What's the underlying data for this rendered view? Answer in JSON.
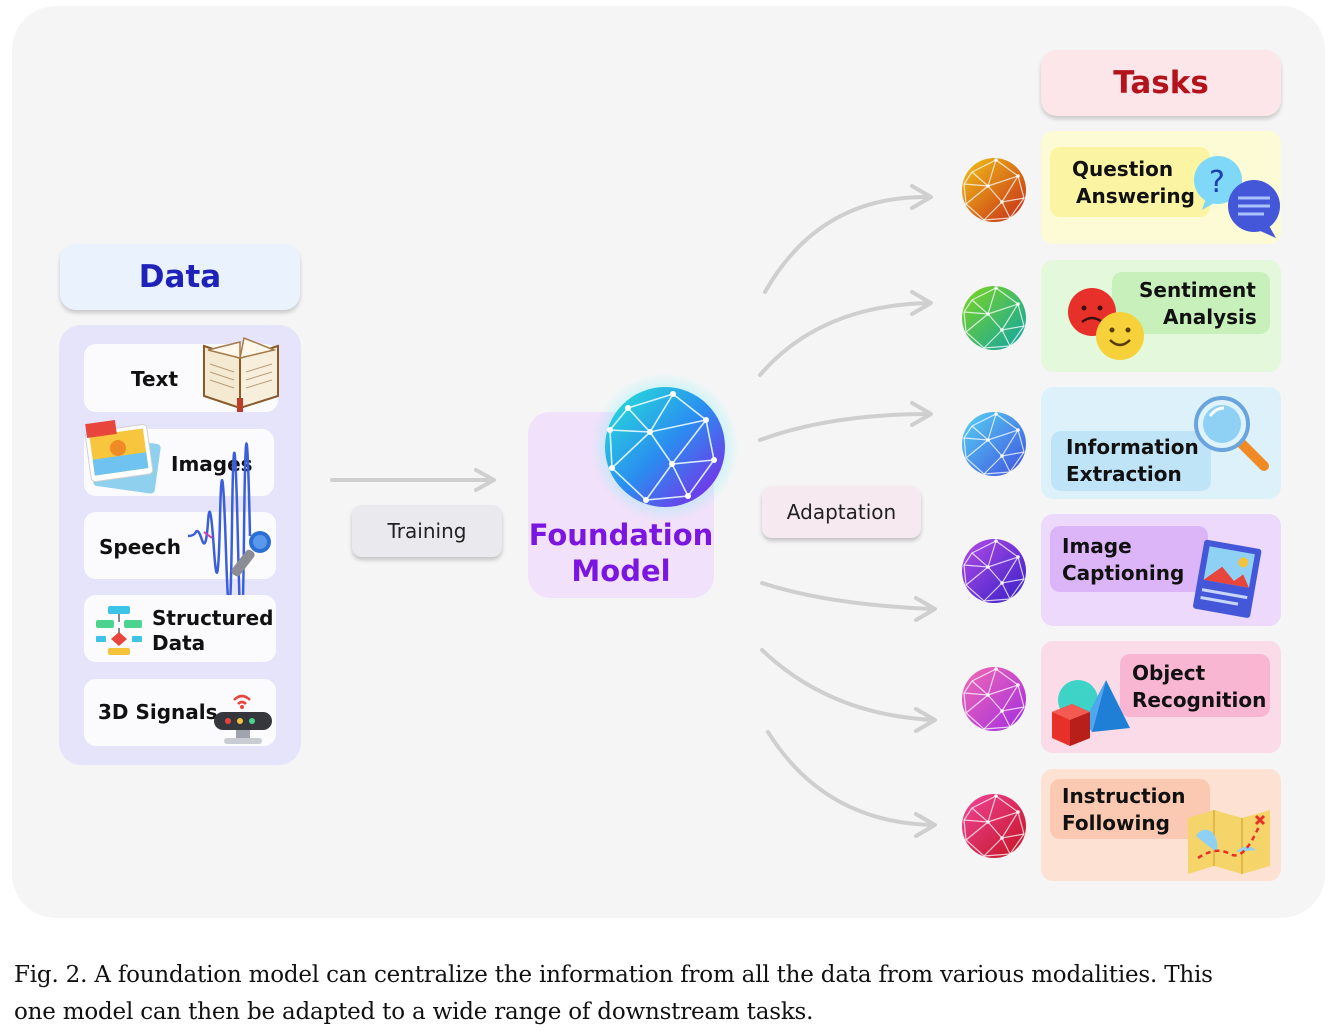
{
  "data_panel": {
    "title": "Data",
    "items": [
      {
        "label": "Text"
      },
      {
        "label": "Images"
      },
      {
        "label": "Speech"
      },
      {
        "label": "Structured Data",
        "line1": "Structured",
        "line2": "Data"
      },
      {
        "label": "3D Signals"
      }
    ]
  },
  "training_label": "Training",
  "foundation_model": {
    "line1": "Foundation",
    "line2": "Model"
  },
  "adaptation_label": "Adaptation",
  "tasks_panel": {
    "title": "Tasks",
    "items": [
      {
        "line1": "Question",
        "line2": "Answering",
        "card_color": "#fdfbd5",
        "label_color": "#fbf4a3",
        "sphere": [
          "#f2c417",
          "#c42818"
        ]
      },
      {
        "line1": "Sentiment",
        "line2": "Analysis",
        "card_color": "#e4f8dc",
        "label_color": "#c7f0bb",
        "sphere": [
          "#7fd61d",
          "#0fa3a8"
        ]
      },
      {
        "line1": "Information",
        "line2": "Extraction",
        "card_color": "#ddf1fb",
        "label_color": "#bfe4f7",
        "sphere": [
          "#57d4f2",
          "#3f4fe0"
        ]
      },
      {
        "line1": "Image",
        "line2": "Captioning",
        "card_color": "#ecd9fb",
        "label_color": "#dbb5f7",
        "sphere": [
          "#b34be6",
          "#3520c6"
        ]
      },
      {
        "line1": "Object",
        "line2": "Recognition",
        "card_color": "#fbdbe8",
        "label_color": "#f8b6d3",
        "sphere": [
          "#f26bb3",
          "#a12ce0"
        ]
      },
      {
        "line1": "Instruction",
        "line2": "Following",
        "card_color": "#fde1d3",
        "label_color": "#fbc9b1",
        "sphere": [
          "#f0469a",
          "#c4121f"
        ]
      }
    ]
  },
  "caption": "Fig. 2.   A foundation model can centralize the information from all the data from various modalities. This one model can then be adapted to a wide range of downstream tasks.",
  "caption_lines": [
    "Fig. 2.   A foundation model can centralize the information from all the data from various modalities. This",
    "one model can then be adapted to a wide range of downstream tasks."
  ],
  "colors": {
    "data_title": "#1f22b8",
    "tasks_title": "#b3141c",
    "foundation_model": "#7a16e0",
    "arrows": "#cfcfcf"
  }
}
